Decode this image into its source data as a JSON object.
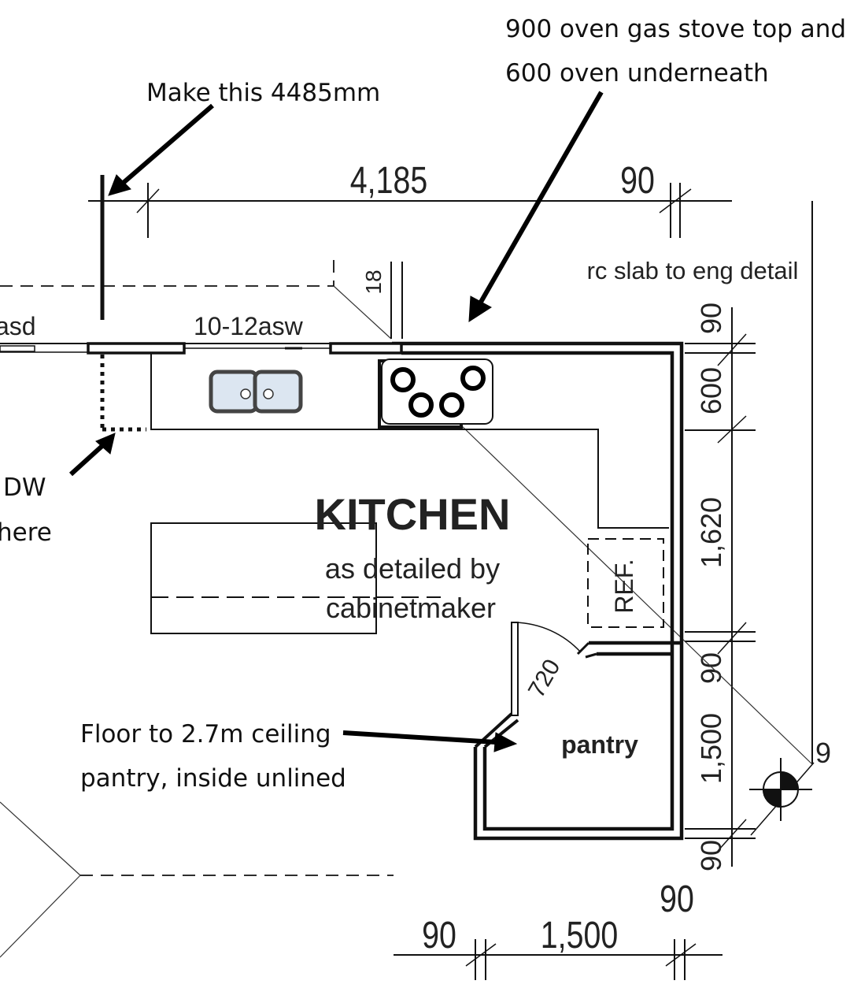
{
  "annotations": {
    "make_length_note": "Make this 4485mm",
    "stove_note_line1": "900 oven gas stove top and",
    "stove_note_line2": "600 oven underneath",
    "dw_note_line1": "DW",
    "dw_note_line2": "here",
    "pantry_note_line1": "Floor to 2.7m ceiling",
    "pantry_note_line2": "pantry, inside unlined"
  },
  "plan_labels": {
    "room_title": "KITCHEN",
    "room_sub_line1": "as detailed by",
    "room_sub_line2": "cabinetmaker",
    "fridge": "REF.",
    "pantry": "pantry",
    "slab_note": "rc slab to eng detail",
    "window_left": "asd",
    "window_right": "10-12asw",
    "vertical_18": "18",
    "door_width": "720"
  },
  "dimensions": {
    "top_main": "4,185",
    "top_right": "90",
    "right_90_top": "90",
    "right_600": "600",
    "right_1620": "1,620",
    "right_90_mid": "90",
    "right_1500": "1,500",
    "right_90_bottom": "90",
    "bottom_90_left": "90",
    "bottom_1500": "1,500",
    "bottom_90_right": "90",
    "partial_right": "9"
  },
  "colors": {
    "line": "#111111",
    "sink_fill": "#dce6f1",
    "sink_stroke": "#444444"
  }
}
